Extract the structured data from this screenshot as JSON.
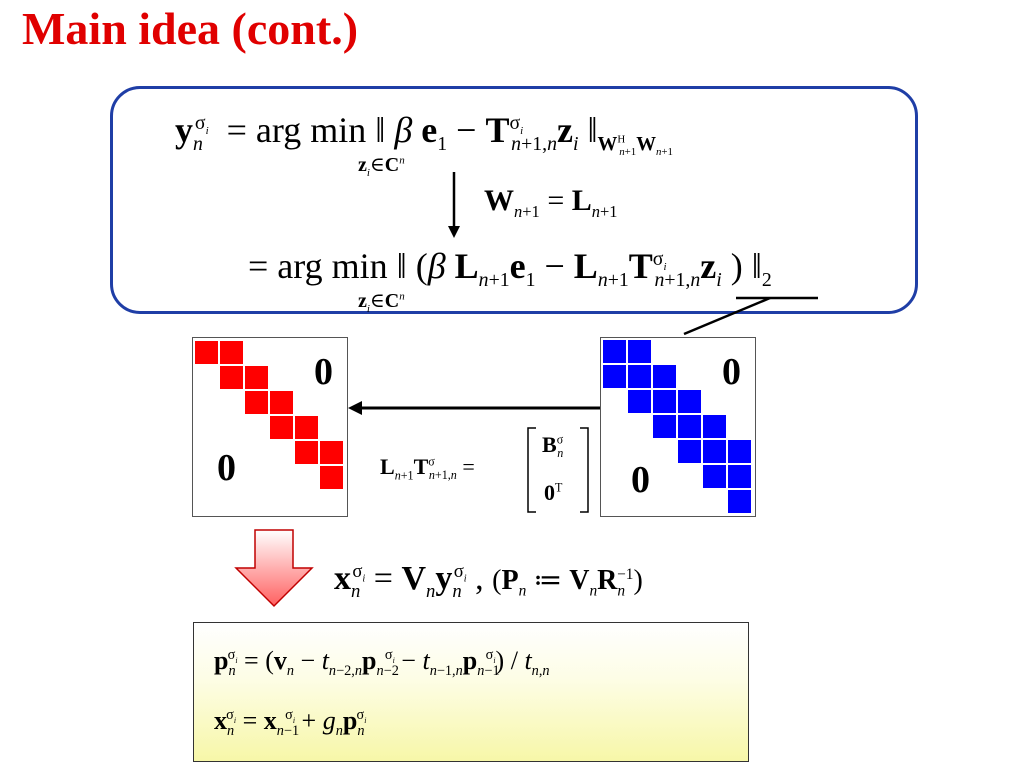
{
  "slide": {
    "title": "Main idea (cont.)"
  },
  "equations": {
    "row1_lhs": "y",
    "row1_lhs_sub": "n",
    "row1_lhs_sup": "σi",
    "eq_sign": "=",
    "argmin": "arg min",
    "argmin_under": "zi∈Cn",
    "row1_body": "‖ β e1 − Tσi n+1,n zi ‖",
    "row1_norm_sub": "WHn+1Wn+1",
    "weight_eq": "Wn+1 = Ln+1",
    "row2_body": "‖ (β Ln+1e1 − Ln+1Tσi n+1,n zi ) ‖2",
    "middle_eq_lhs": "Ln+1Tσn+1,n =",
    "middle_eq_top": "Bσn",
    "middle_eq_bottom": "0T",
    "matrix_zero": "0",
    "x_eq": "xσi n = Vn yσi n ,",
    "p_def": "(Pn := VnRn−1)",
    "box_line1": "pσi n = (vn − tn−2,n pσi n−2 − tn−1,n pσi n−1) / tn,n",
    "box_line2": "xσi n = xσi n−1 + gn pσi n"
  },
  "colors": {
    "title": "#e00000",
    "box_border": "#1f3ea6",
    "red_cells": "#ff0000",
    "blue_cells": "#0000ff",
    "strike": "#e00000"
  }
}
